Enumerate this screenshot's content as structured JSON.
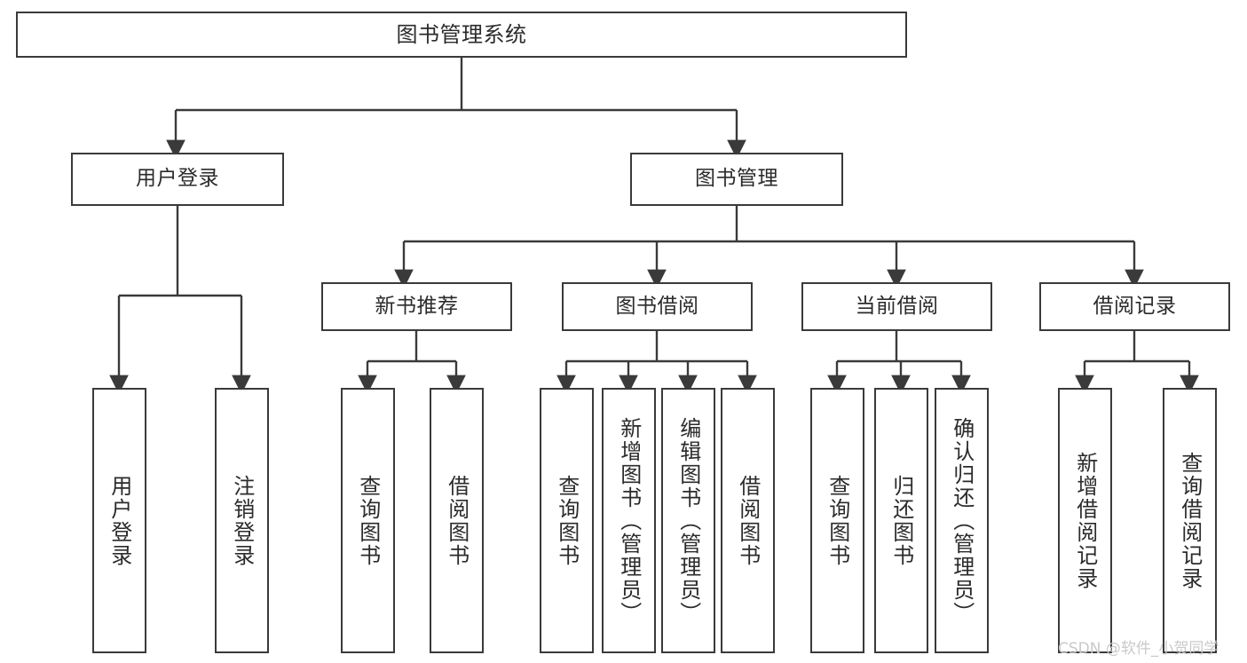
{
  "diagram": {
    "title": "图书管理系统",
    "watermark": "CSDN @软件_小贺同学",
    "stroke_color": "#3a3a3a",
    "text_color": "#2b2b2b",
    "background_color": "#ffffff",
    "watermark_color": "#c9c9c9"
  },
  "nodes": {
    "root": {
      "label": "图书管理系统"
    },
    "level2": [
      {
        "label": "用户登录"
      },
      {
        "label": "图书管理"
      }
    ],
    "level3": [
      {
        "label": "新书推荐"
      },
      {
        "label": "图书借阅"
      },
      {
        "label": "当前借阅"
      },
      {
        "label": "借阅记录"
      }
    ],
    "leaves": {
      "user_login": [
        {
          "label": "用户登录"
        },
        {
          "label": "注销登录"
        }
      ],
      "new_book_recommend": [
        {
          "label": "查询图书"
        },
        {
          "label": "借阅图书"
        }
      ],
      "book_borrow": [
        {
          "label": "查询图书"
        },
        {
          "label": "新增图书（管理员）"
        },
        {
          "label": "编辑图书（管理员）"
        },
        {
          "label": "借阅图书"
        }
      ],
      "current_borrow": [
        {
          "label": "查询图书"
        },
        {
          "label": "归还图书"
        },
        {
          "label": "确认归还（管理员）"
        }
      ],
      "borrow_record": [
        {
          "label": "新增借阅记录"
        },
        {
          "label": "查询借阅记录"
        }
      ]
    }
  }
}
